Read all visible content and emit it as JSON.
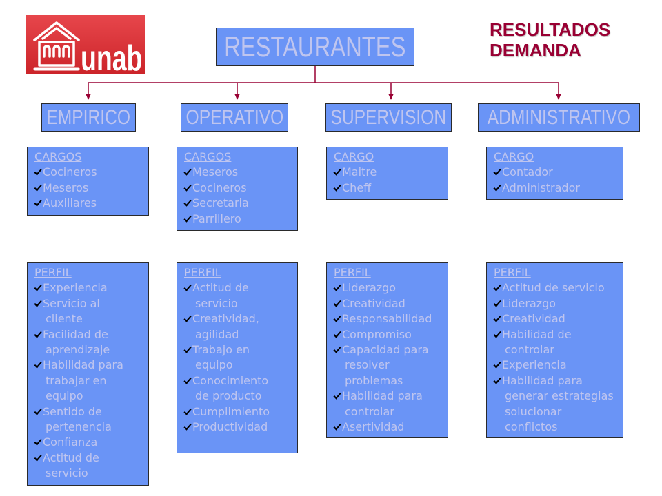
{
  "logo": {
    "text": "unab"
  },
  "title": "RESTAURANTES",
  "corner_title": {
    "line1": "RESULTADOS",
    "line2": "DEMANDA"
  },
  "colors": {
    "box_fill": "#6A94F6",
    "box_text": "#BFC5EF",
    "box_border": "#2A2A2A",
    "accent": "#990033",
    "logo_red": "#E3282E",
    "check": "#000000"
  },
  "icons": {
    "logo": "building-icon",
    "bullet": "check-icon"
  },
  "levels": [
    {
      "name": "EMPIRICO",
      "cargos": {
        "heading": "CARGOS",
        "items": [
          "Cocineros",
          "Meseros",
          "Auxiliares"
        ]
      },
      "perfil": {
        "heading": "PERFIL",
        "items": [
          "Experiencia",
          "Servicio al\ncliente",
          "Facilidad de\naprendizaje",
          "Habilidad para\ntrabajar en\nequipo",
          "Sentido de\npertenencia",
          "Confianza",
          "Actitud de\nservicio"
        ]
      }
    },
    {
      "name": "OPERATIVO",
      "cargos": {
        "heading": "CARGOS",
        "items": [
          "Meseros",
          "Cocineros",
          "Secretaria",
          "Parrillero"
        ]
      },
      "perfil": {
        "heading": "PERFIL",
        "items": [
          "Actitud de\nservicio",
          "Creatividad,\nagilidad",
          "Trabajo en\nequipo",
          "Conocimiento\nde producto",
          "Cumplimiento",
          "Productividad"
        ]
      }
    },
    {
      "name": "SUPERVISION",
      "cargos": {
        "heading": "CARGO",
        "items": [
          "Maitre",
          "Cheff"
        ]
      },
      "perfil": {
        "heading": "PERFIL",
        "items": [
          "Liderazgo",
          "Creatividad",
          "Responsabilidad",
          "Compromiso",
          "Capacidad para\nresolver\nproblemas",
          "Habilidad para\ncontrolar",
          "Asertividad"
        ]
      }
    },
    {
      "name": "ADMINISTRATIVO",
      "cargos": {
        "heading": "CARGO",
        "items": [
          "Contador",
          "Administrador"
        ]
      },
      "perfil": {
        "heading": "PERFIL",
        "items": [
          "Actitud de servicio",
          "Liderazgo",
          "Creatividad",
          "Habilidad de\ncontrolar",
          "Experiencia",
          "Habilidad para\ngenerar estrategias\nsolucionar\nconflictos"
        ]
      }
    }
  ]
}
